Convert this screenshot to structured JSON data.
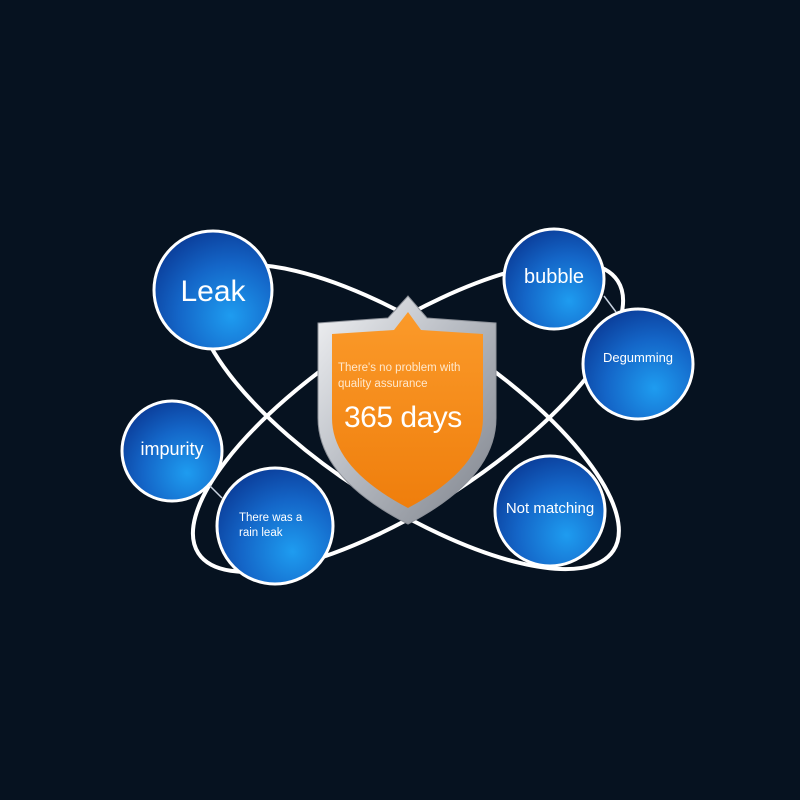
{
  "colors": {
    "background": "#061220",
    "bubble_light": "#1a8fe3",
    "bubble_dark": "#0a3f9c",
    "ring": "#ffffff",
    "shield_orange": "#f6921e",
    "shield_silver": "#c9ccd2"
  },
  "center": {
    "subtitle_line1": "There's no problem with",
    "subtitle_line2": "quality assurance",
    "headline": "365 days"
  },
  "nodes": {
    "leak": "Leak",
    "bubble": "bubble",
    "degumming": "Degumming",
    "impurity": "impurity",
    "rain_leak_line1": "There was a",
    "rain_leak_line2": "rain leak",
    "not_matching": "Not matching"
  }
}
